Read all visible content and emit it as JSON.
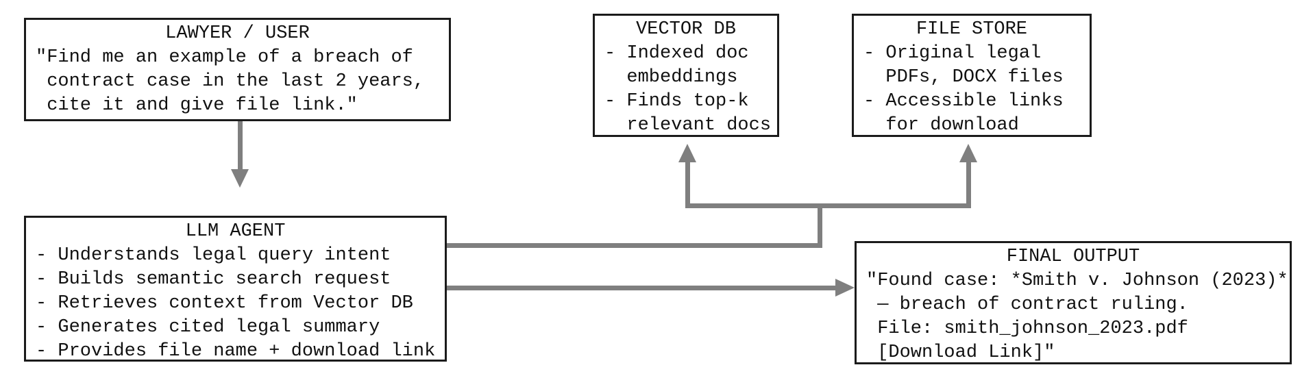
{
  "colors": {
    "background": "#ffffff",
    "box_border": "#1b1b1b",
    "text": "#111111",
    "arrow": "#7f7f7f"
  },
  "diagram": {
    "nodes": {
      "lawyer_user": {
        "title": "LAWYER / USER",
        "body": "\"Find me an example of a breach of\n contract case in the last 2 years,\n cite it and give file link.\""
      },
      "vector_db": {
        "title": "VECTOR DB",
        "body": "- Indexed doc\n  embeddings\n- Finds top-k\n  relevant docs"
      },
      "file_store": {
        "title": "FILE STORE",
        "body": "- Original legal\n  PDFs, DOCX files\n- Accessible links\n  for download"
      },
      "llm_agent": {
        "title": "LLM AGENT",
        "body": "- Understands legal query intent\n- Builds semantic search request\n- Retrieves context from Vector DB\n- Generates cited legal summary\n- Provides file name + download link"
      },
      "final_output": {
        "title": "FINAL OUTPUT",
        "body": "\"Found case: *Smith v. Johnson (2023)*\n — breach of contract ruling.\n File: smith_johnson_2023.pdf\n [Download Link]\""
      }
    },
    "connections": [
      {
        "from": "LAWYER / USER",
        "to": "LLM AGENT"
      },
      {
        "from": "LLM AGENT",
        "to": "VECTOR DB"
      },
      {
        "from": "LLM AGENT",
        "to": "FILE STORE"
      },
      {
        "from": "LLM AGENT",
        "to": "FINAL OUTPUT"
      }
    ]
  }
}
